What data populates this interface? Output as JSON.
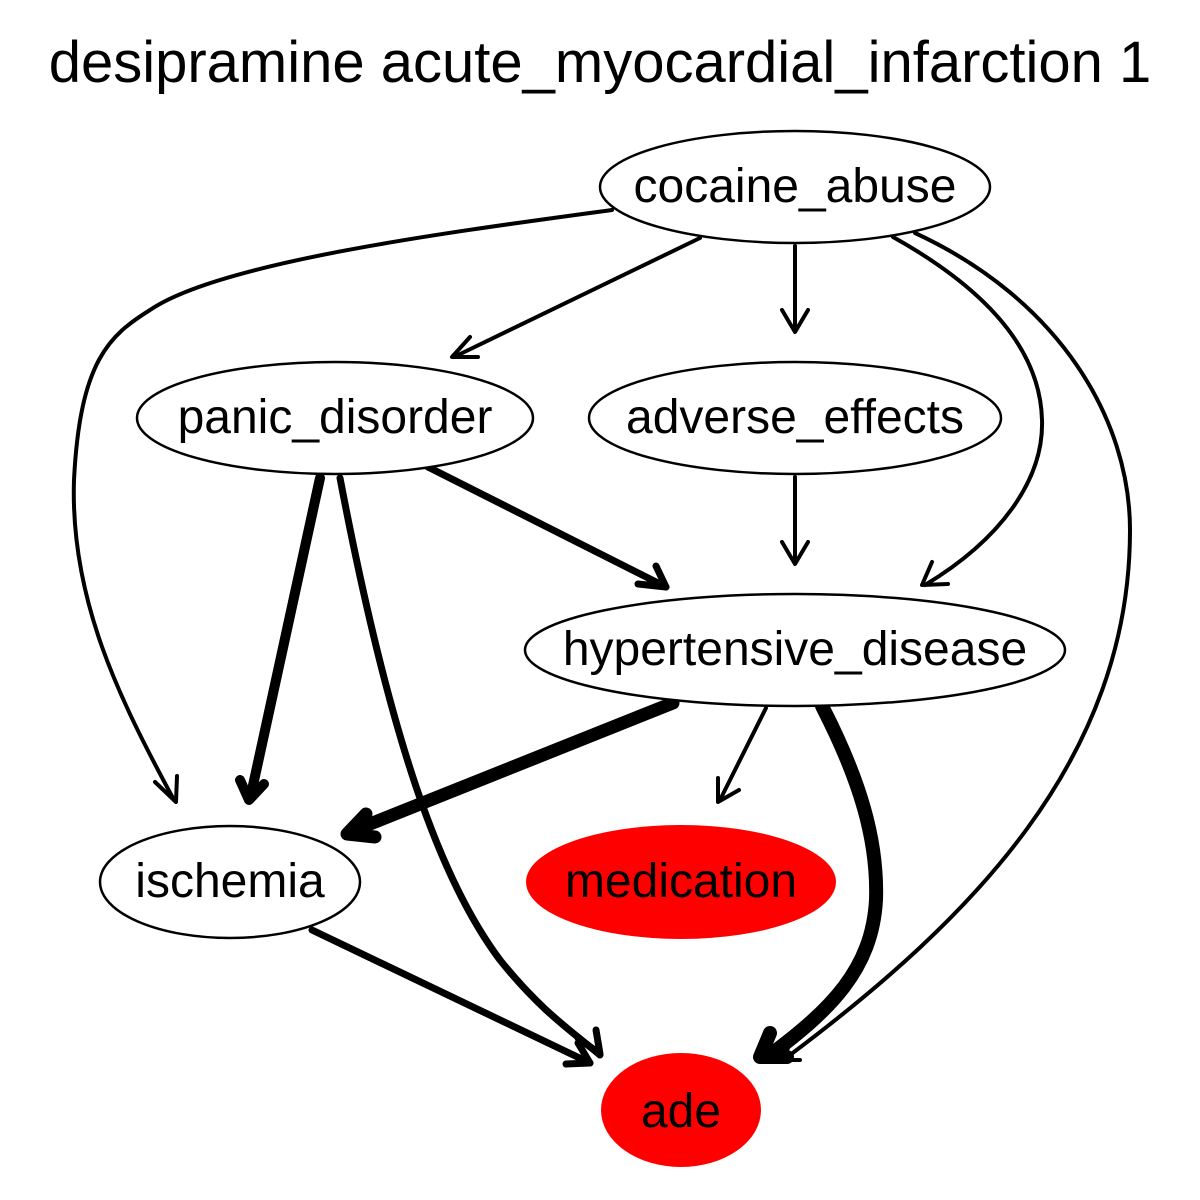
{
  "diagram": {
    "title": "desipramine acute_myocardial_infarction 1",
    "nodes": [
      {
        "id": "cocaine_abuse",
        "label": "cocaine_abuse",
        "fill": "#ffffff",
        "highlighted": false
      },
      {
        "id": "panic_disorder",
        "label": "panic_disorder",
        "fill": "#ffffff",
        "highlighted": false
      },
      {
        "id": "adverse_effects",
        "label": "adverse_effects",
        "fill": "#ffffff",
        "highlighted": false
      },
      {
        "id": "hypertensive_disease",
        "label": "hypertensive_disease",
        "fill": "#ffffff",
        "highlighted": false
      },
      {
        "id": "ischemia",
        "label": "ischemia",
        "fill": "#ffffff",
        "highlighted": false
      },
      {
        "id": "medication",
        "label": "medication",
        "fill": "#ff0000",
        "highlighted": true
      },
      {
        "id": "ade",
        "label": "ade",
        "fill": "#ff0000",
        "highlighted": true
      }
    ],
    "edges": [
      {
        "from": "cocaine_abuse",
        "to": "ischemia",
        "weight": "thin"
      },
      {
        "from": "cocaine_abuse",
        "to": "panic_disorder",
        "weight": "thin"
      },
      {
        "from": "cocaine_abuse",
        "to": "adverse_effects",
        "weight": "thin"
      },
      {
        "from": "cocaine_abuse",
        "to": "hypertensive_disease",
        "weight": "thin"
      },
      {
        "from": "cocaine_abuse",
        "to": "ade",
        "weight": "thin"
      },
      {
        "from": "panic_disorder",
        "to": "ischemia",
        "weight": "heavy"
      },
      {
        "from": "panic_disorder",
        "to": "ade",
        "weight": "medium"
      },
      {
        "from": "panic_disorder",
        "to": "hypertensive_disease",
        "weight": "medium"
      },
      {
        "from": "adverse_effects",
        "to": "hypertensive_disease",
        "weight": "thin"
      },
      {
        "from": "hypertensive_disease",
        "to": "ischemia",
        "weight": "heavy"
      },
      {
        "from": "hypertensive_disease",
        "to": "medication",
        "weight": "thin"
      },
      {
        "from": "hypertensive_disease",
        "to": "ade",
        "weight": "heavy"
      },
      {
        "from": "ischemia",
        "to": "ade",
        "weight": "medium"
      }
    ]
  }
}
